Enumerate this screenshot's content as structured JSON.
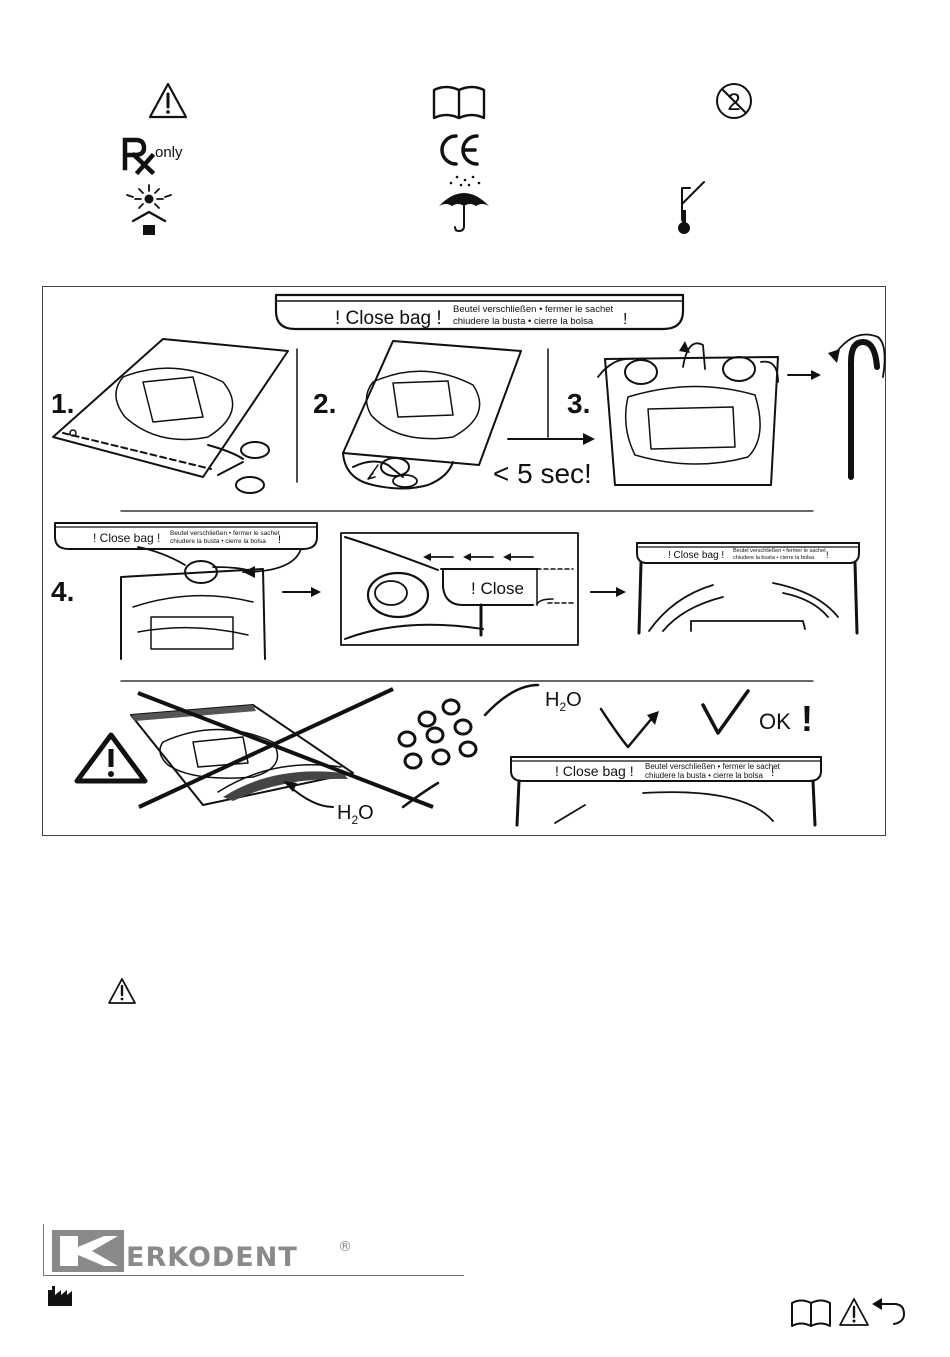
{
  "symbols": {
    "rx_label": "only",
    "ce_mark": "CE",
    "single_use_number": "2",
    "row1": [
      "caution-icon",
      "consult-instructions-icon",
      "do-not-reuse-icon"
    ],
    "row2": [
      "rx-only-icon",
      "ce-mark-icon"
    ],
    "row3": [
      "keep-away-from-sunlight-icon",
      "keep-dry-icon",
      "temperature-limit-icon"
    ]
  },
  "instructions": {
    "steps": [
      "1.",
      "2.",
      "3.",
      "4."
    ],
    "time_note": "< 5 sec!",
    "ok_label": "OK",
    "exclamation": "!",
    "water_label": "H",
    "water_sub": "2",
    "water_tail": "O",
    "strip": {
      "main": "! Close bag !",
      "line1": "Beutel verschließen • fermer le sachet",
      "line2": "chiudere la busta • cierre la bolsa",
      "end": "!"
    },
    "zoom_label": "! Close"
  },
  "footer": {
    "brand": "ERKODENT",
    "registered": "®",
    "icons": [
      "manufacturer-icon",
      "book-icon",
      "warning-icon",
      "return-arrow-icon"
    ]
  },
  "colors": {
    "ink": "#111111",
    "logo_gray": "#8a8a8a",
    "frame": "#444444"
  }
}
